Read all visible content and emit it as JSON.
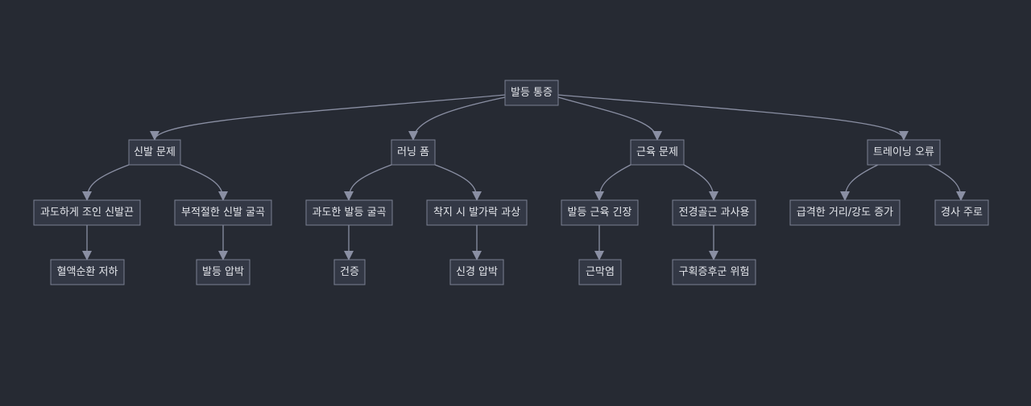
{
  "diagram": {
    "nodes": {
      "root": "발등 통증",
      "shoe": "신발 문제",
      "form": "러닝 폼",
      "muscle": "근육 문제",
      "training": "트레이닝 오류",
      "tight_lace": "과도하게 조인 신발끈",
      "bad_fit": "부적절한 신발 굴곡",
      "over_flex": "과도한 발등 굴곡",
      "heel_strike": "착지 시 발가락 과상",
      "tension": "발등 근육 긴장",
      "tibialis": "전경골근 과사용",
      "sudden_increase": "급격한 거리/강도 증가",
      "slope": "경사 주로",
      "circulation": "혈액순환 저하",
      "pressure": "발등 압박",
      "tendinitis": "건증",
      "nerve": "신경 압박",
      "fasciitis": "근막염",
      "compartment": "구획증후군 위험"
    }
  }
}
